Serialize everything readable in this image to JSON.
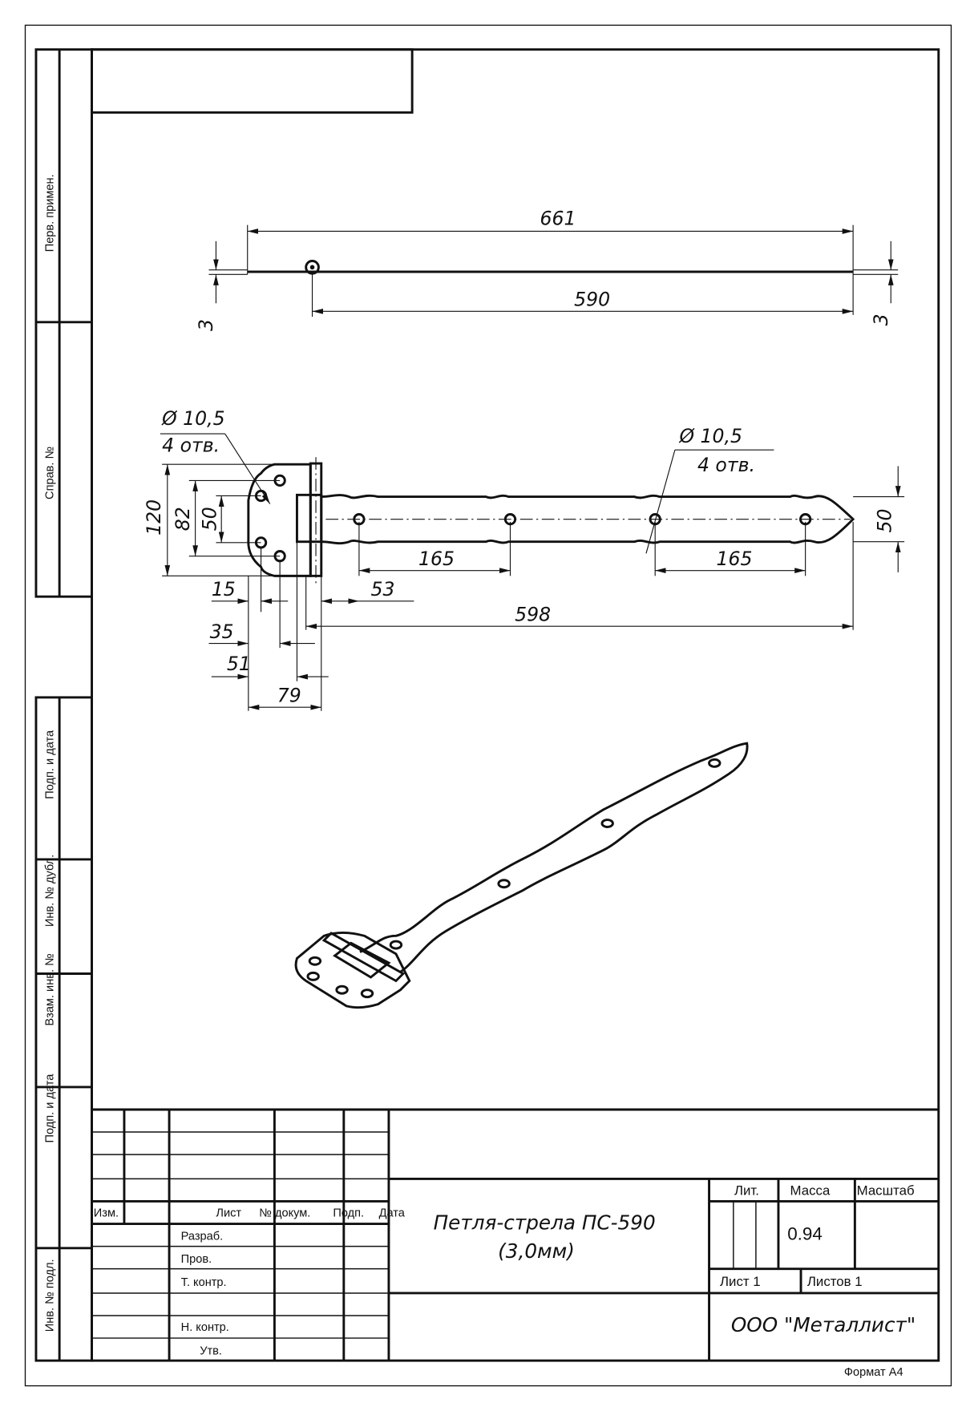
{
  "side_strip": {
    "perv_primen": "Перв. примен.",
    "sprav_no": "Справ. №",
    "podp_data_1": "Подп. и дата",
    "inv_dubl": "Инв. № дубл.",
    "vzam_inv": "Взам. инв. №",
    "podp_data_2": "Подп. и дата",
    "inv_podl": "Инв. № подл."
  },
  "top_view": {
    "overall_length": "661",
    "strap_length": "590",
    "thickness_left": "3",
    "thickness_right": "3"
  },
  "front_view": {
    "hole_left_dia": "Ø 10,5",
    "hole_left_count": "4 отв.",
    "hole_right_dia": "Ø 10,5",
    "hole_right_count": "4 отв.",
    "height_120": "120",
    "height_82": "82",
    "height_50": "50",
    "strap_width": "50",
    "pitch_1": "165",
    "pitch_2": "165",
    "offset_53": "53",
    "length_598": "598",
    "dim_15": "15",
    "dim_35": "35",
    "dim_51": "51",
    "dim_79": "79"
  },
  "title_block": {
    "izm": "Изм.",
    "list": "Лист",
    "no_dokum": "№ докум.",
    "podp": "Подп.",
    "data": "Дата",
    "razrab": "Разраб.",
    "prov": "Пров.",
    "t_kontr": "Т. контр.",
    "n_kontr": "Н. контр.",
    "utv": "Утв.",
    "name_line1": "Петля-стрела ПС-590",
    "name_line2": "(3,0мм)",
    "lit": "Лит.",
    "massa": "Масса",
    "masshtab": "Масштаб",
    "mass_value": "0.94",
    "sheet": "Лист 1",
    "sheets": "Листов 1",
    "company": "ООО \"Металлист\"",
    "format": "Формат А4"
  }
}
